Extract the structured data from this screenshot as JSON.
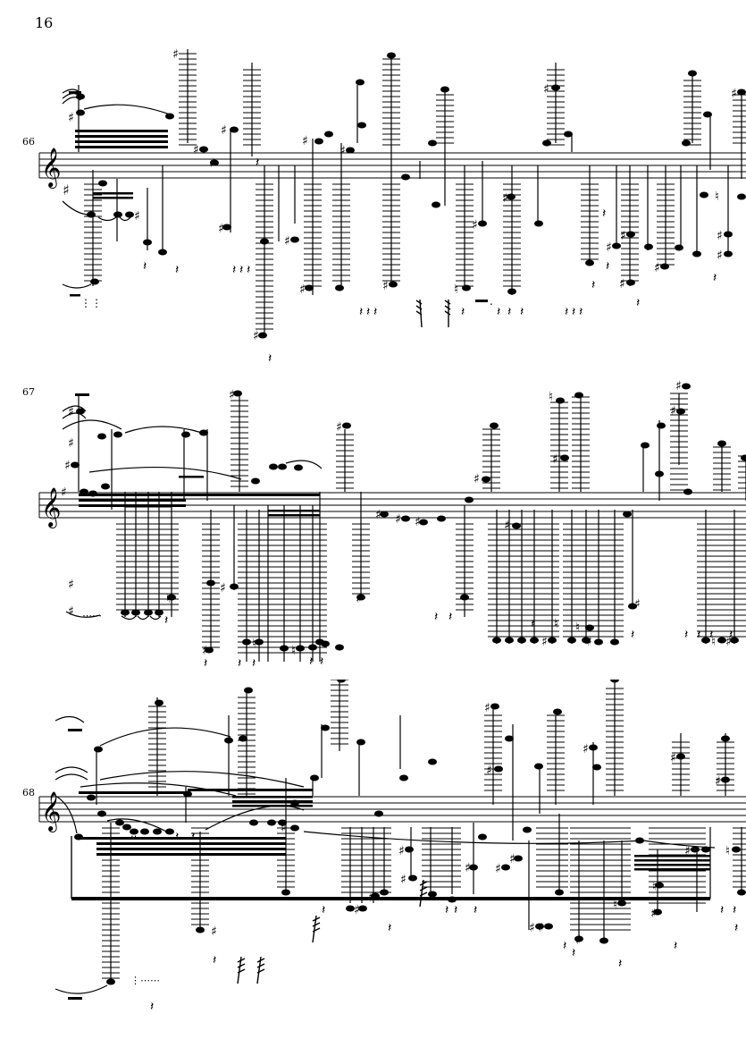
{
  "page": {
    "page_number": "16"
  },
  "systems": [
    {
      "measure_number": "66",
      "clef": "treble-clef",
      "key_signature": "one-sharp"
    },
    {
      "measure_number": "67",
      "clef": "treble-clef",
      "key_signature": "none"
    },
    {
      "measure_number": "68",
      "clef": "treble-clef",
      "key_signature": "none"
    }
  ],
  "colors": {
    "ink": "#000000",
    "paper": "#ffffff"
  }
}
